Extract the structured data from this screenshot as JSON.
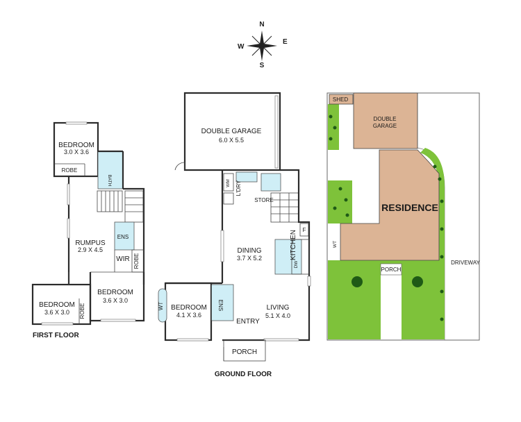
{
  "compass": {
    "n": "N",
    "s": "S",
    "e": "E",
    "w": "W"
  },
  "floors": {
    "first": "FIRST FLOOR",
    "ground": "GROUND FLOOR"
  },
  "first_floor": {
    "bedroom_top": {
      "name": "BEDROOM",
      "dim": "3.0 X 3.6"
    },
    "robe_top": "ROBE",
    "bath": "BATH",
    "rumpus": {
      "name": "RUMPUS",
      "dim": "2.9 X 4.5"
    },
    "ens": "ENS",
    "wir": "WIR",
    "robe_right": "ROBE",
    "bedroom_mid": {
      "name": "BEDROOM",
      "dim": "3.6 X 3.0"
    },
    "bedroom_left": {
      "name": "BEDROOM",
      "dim": "3.6 X 3.0"
    },
    "robe_left": "ROBE"
  },
  "ground_floor": {
    "garage": {
      "name": "DOUBLE GARAGE",
      "dim": "6.0 X 5.5"
    },
    "wm": "WM",
    "ldry": "L'DRY",
    "store": "STORE",
    "kitchen": "KITCHEN",
    "f": "F",
    "dw": "DW",
    "dining": {
      "name": "DINING",
      "dim": "3.7 X 5.2"
    },
    "wt": "WT",
    "bedroom": {
      "name": "BEDROOM",
      "dim": "4.1 X 3.6"
    },
    "ens": "ENS",
    "living": {
      "name": "LIVING",
      "dim": "5.1 X 4.0"
    },
    "entry": "ENTRY",
    "porch": "PORCH"
  },
  "site": {
    "shed": "SHED",
    "garage_l1": "DOUBLE",
    "garage_l2": "GARAGE",
    "residence": "RESIDENCE",
    "wt": "WT",
    "porch": "PORCH",
    "driveway": "DRIVEWAY"
  },
  "colors": {
    "lawn": "#7ec23a",
    "building": "#dcb495",
    "wet_area": "#cfeef6",
    "tree": "#1f5a16"
  }
}
